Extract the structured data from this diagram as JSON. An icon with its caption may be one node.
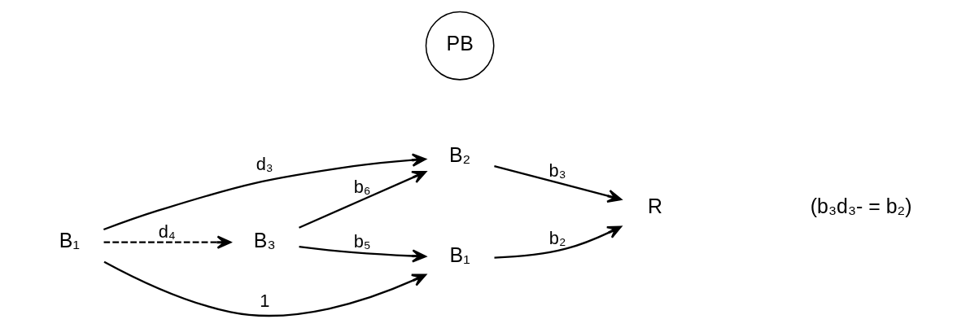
{
  "diagram": {
    "nodes": [
      {
        "text": [
          "B₁"
        ]
      },
      {
        "text": [
          "B₂"
        ]
      },
      {
        "text": [
          "B₃"
        ]
      },
      {
        "text": [
          "PB"
        ]
      },
      {
        "text": [
          "R"
        ]
      },
      {
        "text": [
          "B₁"
        ]
      }
    ],
    "edges": [
      {
        "from": 0,
        "to": 1,
        "arrow": "to",
        "label": "d₃"
      },
      {
        "from": 0,
        "to": 2,
        "arrow": "to",
        "label": "d₄",
        "style": "dashed"
      },
      {
        "from": 0,
        "to": 5,
        "arrow": "to",
        "label": "1"
      },
      {
        "from": 2,
        "to": 1,
        "arrow": "to",
        "label": "b₆"
      },
      {
        "from": 2,
        "to": 5,
        "arrow": "to",
        "label": "b₅"
      },
      {
        "from": 1,
        "to": 4,
        "arrow": "to",
        "label": "b₃"
      },
      {
        "from": 5,
        "to": 4,
        "arrow": "to",
        "label": "b₂"
      }
    ],
    "labels": [
      "(b₃d₃- = b₂)"
    ]
  }
}
